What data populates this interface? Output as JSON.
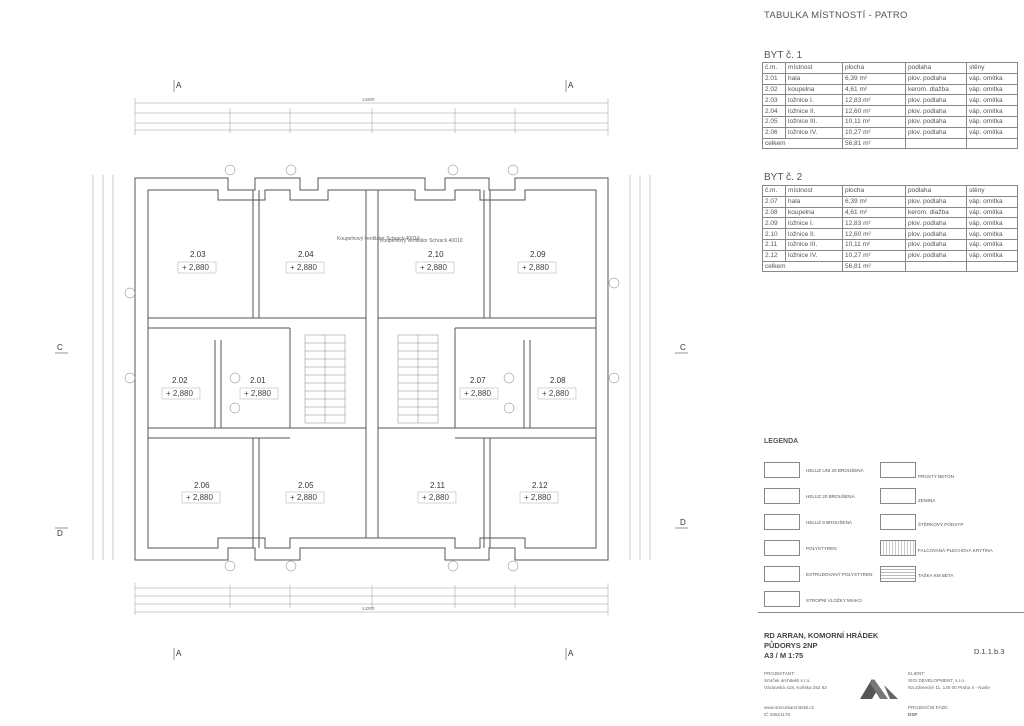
{
  "table": {
    "title": "TABULKA MÍSTNOSTÍ - PATRO",
    "headers": {
      "num": "č.m.",
      "name": "místnost",
      "area": "plocha",
      "floor": "podlaha",
      "wall": "stěny"
    },
    "apartments": [
      {
        "heading": "BYT č. 1",
        "rows": [
          {
            "num": "2.01",
            "name": "hala",
            "area": "6,39 m²",
            "floor": "plov. podlaha",
            "wall": "váp. omítka"
          },
          {
            "num": "2.02",
            "name": "koupelna",
            "area": "4,61 m²",
            "floor": "kerom. dlažba",
            "wall": "váp. omítka"
          },
          {
            "num": "2.03",
            "name": "ložnice I.",
            "area": "12,83 m²",
            "floor": "plov. podlaha",
            "wall": "váp. omítka"
          },
          {
            "num": "2.04",
            "name": "ložnice II.",
            "area": "12,60 m²",
            "floor": "plov. podlaha",
            "wall": "váp. omítka"
          },
          {
            "num": "2.05",
            "name": "ložnice III.",
            "area": "10,11 m²",
            "floor": "plov. podlaha",
            "wall": "váp. omítka"
          },
          {
            "num": "2.06",
            "name": "ložnice IV.",
            "area": "10,27 m²",
            "floor": "plov. podlaha",
            "wall": "váp. omítka"
          }
        ],
        "total_label": "celkem",
        "total": "56,81 m²"
      },
      {
        "heading": "BYT č. 2",
        "rows": [
          {
            "num": "2.07",
            "name": "hala",
            "area": "6,39 m²",
            "floor": "plov. podlaha",
            "wall": "váp. omítka"
          },
          {
            "num": "2.08",
            "name": "koupelna",
            "area": "4,61 m²",
            "floor": "kerom. dlažba",
            "wall": "váp. omítka"
          },
          {
            "num": "2.09",
            "name": "ložnice I.",
            "area": "12,83 m²",
            "floor": "plov. podlaha",
            "wall": "váp. omítka"
          },
          {
            "num": "2.10",
            "name": "ložnice II.",
            "area": "12,60 m²",
            "floor": "plov. podlaha",
            "wall": "váp. omítka"
          },
          {
            "num": "2.11",
            "name": "ložnice III.",
            "area": "10,11 m²",
            "floor": "plov. podlaha",
            "wall": "váp. omítka"
          },
          {
            "num": "2.12",
            "name": "ložnice IV.",
            "area": "10,27 m²",
            "floor": "plov. podlaha",
            "wall": "váp. omítka"
          }
        ],
        "total_label": "celkem",
        "total": "56,81 m²"
      }
    ]
  },
  "legend": {
    "title": "LEGENDA",
    "left": [
      "HELUZ UNI 25 BROUŠENÁ",
      "HELUZ 20 BROUŠENÁ",
      "HELUZ 8 BROUŠENÁ",
      "POLYSTYREN",
      "EXTRUDOVANÝ POLYSTYREN",
      "STROPNÍ VLOŽKY MIAKO"
    ],
    "right": [
      "PROSTÝ BETON",
      "ZEMINA",
      "ŠTĚRKOVÝ PODSYP",
      "FALCOVANÁ PLECHOVÁ KRYTINA",
      "TAŠKA KM BETA"
    ]
  },
  "title_block": {
    "project": "RD ARRAN, KOMORNÍ HRÁDEK",
    "sheet": "PŮDORYS 2NP",
    "scale": "A3 / M 1:75",
    "drawing_no": "D.1.1.b.3",
    "designer_label": "PROJEKTANT:",
    "designer_name": "Smrček architekti s.r.o.",
    "designer_addr": "Václavská 418, Kolíska 252 63",
    "designer_web": "www.smrcekarchitekti.cz",
    "designer_ic": "IČ 04621178",
    "client_label": "KLIENT:",
    "client_name": "SIGI DEVELOPMENT, s.r.o.",
    "client_addr": "Na Zámecké 11, 140 00 Praha 4 - Nusle",
    "phase_label": "PROJEKČNÍ FÁZE:",
    "phase": "DSP"
  },
  "plan": {
    "rooms": [
      {
        "num": "2.03",
        "height": "+ 2,880"
      },
      {
        "num": "2.04",
        "height": "+ 2,880"
      },
      {
        "num": "2.10",
        "height": "+ 2,880"
      },
      {
        "num": "2.09",
        "height": "+ 2,880"
      },
      {
        "num": "2.02",
        "height": "+ 2,880"
      },
      {
        "num": "2.01",
        "height": "+ 2,880"
      },
      {
        "num": "2.07",
        "height": "+ 2,880"
      },
      {
        "num": "2.08",
        "height": "+ 2,880"
      },
      {
        "num": "2.06",
        "height": "+ 2,880"
      },
      {
        "num": "2.05",
        "height": "+ 2,880"
      },
      {
        "num": "2.11",
        "height": "+ 2,880"
      },
      {
        "num": "2.12",
        "height": "+ 2,880"
      }
    ],
    "overall_dim": "14200",
    "section_a": "A",
    "section_c": "C",
    "section_d": "D",
    "bath_note": "Koupelnový ventilátor Schrack 40010"
  }
}
